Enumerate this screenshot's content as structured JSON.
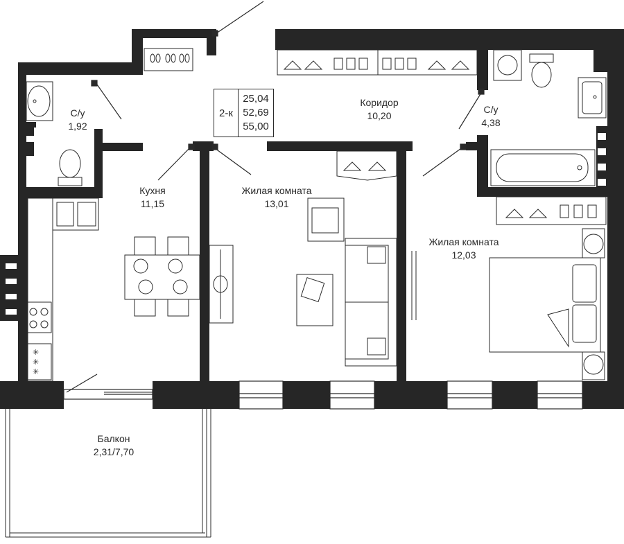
{
  "apartment": {
    "type": "2-к",
    "area_living": "25,04",
    "area_total": "52,69",
    "area_with_balcony": "55,00"
  },
  "rooms": {
    "bathroom_left": {
      "name": "С/у",
      "area": "1,92"
    },
    "corridor": {
      "name": "Коридор",
      "area": "10,20"
    },
    "bathroom_right": {
      "name": "С/у",
      "area": "4,38"
    },
    "kitchen": {
      "name": "Кухня",
      "area": "11,15"
    },
    "living_room_1": {
      "name": "Жилая комната",
      "area": "13,01"
    },
    "living_room_2": {
      "name": "Жилая комната",
      "area": "12,03"
    },
    "balcony": {
      "name": "Балкон",
      "area": "2,31/7,70"
    }
  },
  "colors": {
    "wall": "#262626",
    "line": "#2a2a2a",
    "background": "#ffffff"
  }
}
